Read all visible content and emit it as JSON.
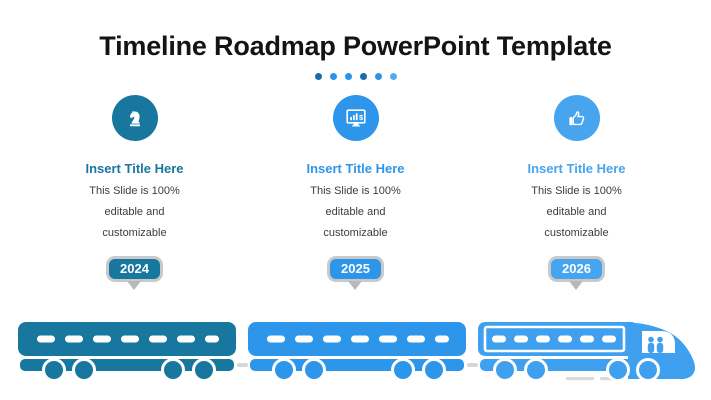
{
  "slide": {
    "title": "Timeline Roadmap PowerPoint Template"
  },
  "dots": [
    "#1b6ba8",
    "#2e94e6",
    "#2893e8",
    "#1b6ba8",
    "#2e94e6",
    "#55acec"
  ],
  "columns": [
    {
      "icon": "chess-knight-icon",
      "accent": "#17779f",
      "title": "Insert Title Here",
      "line1": "This Slide is 100%",
      "line2": "editable and",
      "line3": "customizable",
      "year": "2024"
    },
    {
      "icon": "monitor-analytics-dollar-icon",
      "accent": "#2e96ea",
      "title": "Insert Title Here",
      "line1": "This Slide is 100%",
      "line2": "editable and",
      "line3": "customizable",
      "year": "2025"
    },
    {
      "icon": "thumbs-up-icon",
      "accent": "#47a5ef",
      "title": "Insert Title Here",
      "line1": "This Slide is 100%",
      "line2": "editable and",
      "line3": "customizable",
      "year": "2026"
    }
  ],
  "badges": {
    "border_color": "#c9c9c9",
    "pointer_color": "#b9b9b9",
    "text_color": "#ffffff"
  },
  "train": {
    "cars": [
      {
        "name": "coach-2024",
        "color": "#17779f"
      },
      {
        "name": "coach-2025",
        "color": "#2e96ea"
      },
      {
        "name": "locomotive-2026",
        "color": "#3ea0ee"
      }
    ],
    "coupler_color": "#d6d6d6"
  }
}
